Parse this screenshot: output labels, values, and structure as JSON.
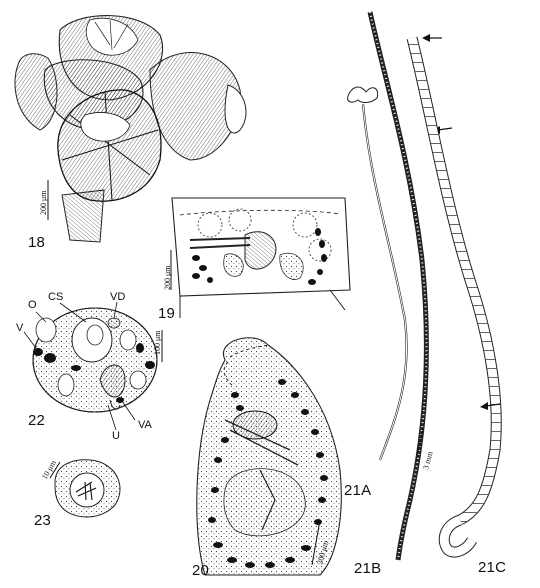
{
  "figure_numbers": {
    "fig18": "18",
    "fig19": "19",
    "fig20": "20",
    "fig21A": "21A",
    "fig21B": "21B",
    "fig21C": "21C",
    "fig22": "22",
    "fig23": "23"
  },
  "structure_labels": {
    "ovary": "O",
    "cirrus_sac": "CS",
    "vas_deferens": "VD",
    "vitellaria": "V",
    "uterus": "U",
    "vagina": "VA"
  },
  "scale_bars": {
    "fig18": "200 μm",
    "fig19": "200 μm",
    "fig20": "200 μm",
    "fig22": "100 μm",
    "fig23": "10 μm",
    "fig21": "3 mm"
  }
}
